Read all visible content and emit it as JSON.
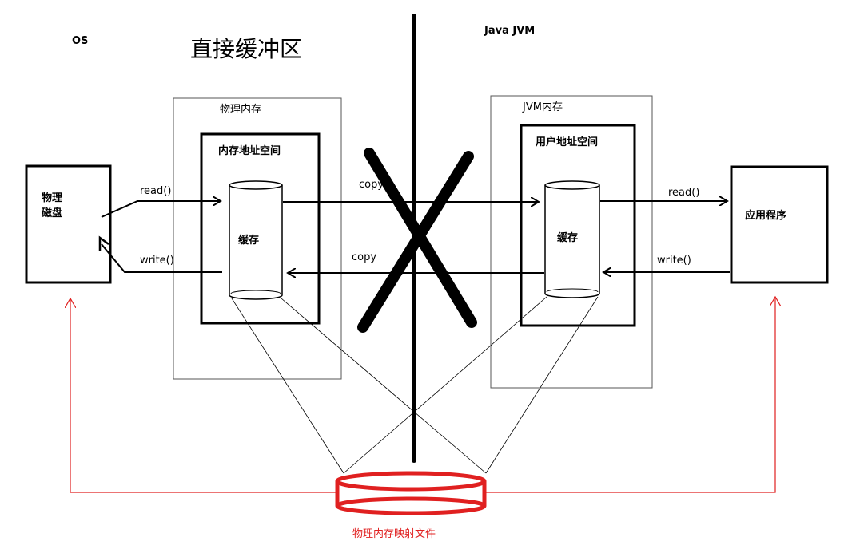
{
  "labels": {
    "os": "OS",
    "title": "直接缓冲区",
    "java_jvm": "Java JVM",
    "physical_memory": "物理内存",
    "memory_address_space": "内存地址空间",
    "jvm_memory": "JVM内存",
    "user_address_space": "用户地址空间",
    "physical_disk_line1": "物理",
    "physical_disk_line2": "磁盘",
    "application": "应用程序",
    "cache_left": "缓存",
    "cache_right": "缓存",
    "read_left": "read()",
    "write_left": "write()",
    "copy_top": "copy",
    "copy_bottom": "copy",
    "read_right": "read()",
    "write_right": "write()",
    "mapped_file": "物理内存映射文件"
  },
  "colors": {
    "line": "#000000",
    "thin_frame": "#555555",
    "mapping": "#e02020"
  }
}
